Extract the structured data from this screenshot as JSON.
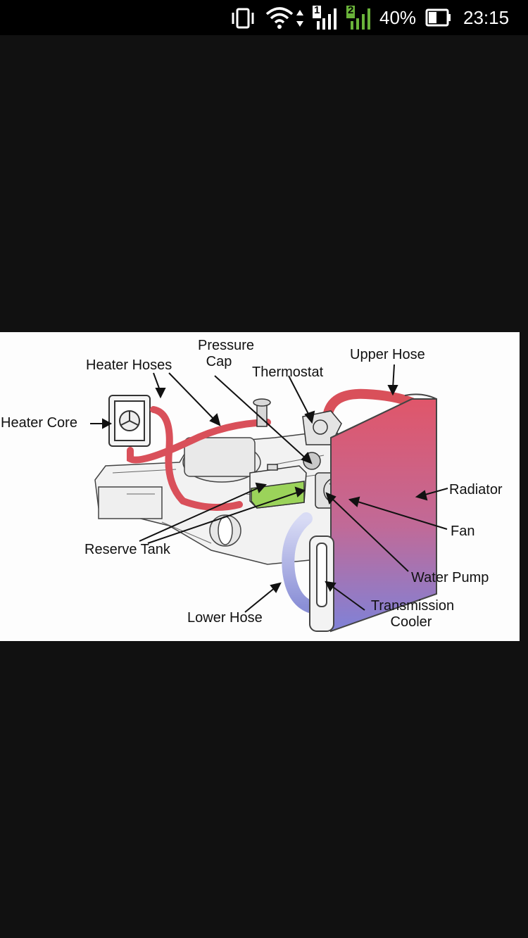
{
  "status_bar": {
    "battery_percent": "40%",
    "time": "23:15",
    "sim1_label": "1",
    "sim2_label": "2",
    "icons": [
      "vibrate-icon",
      "wifi-icon",
      "data-arrows-icon",
      "signal-sim1-icon",
      "signal-sim2-icon",
      "battery-icon"
    ],
    "sim2_color": "#6ab33a"
  },
  "diagram": {
    "labels": {
      "heater_hoses": "Heater Hoses",
      "pressure_cap_line1": "Pressure",
      "pressure_cap_line2": "Cap",
      "thermostat": "Thermostat",
      "upper_hose": "Upper Hose",
      "heater_core": "Heater Core",
      "radiator": "Radiator",
      "fan": "Fan",
      "reserve_tank": "Reserve Tank",
      "water_pump": "Water Pump",
      "transmission_cooler_line1": "Transmission",
      "transmission_cooler_line2": "Cooler",
      "lower_hose": "Lower Hose"
    },
    "colors": {
      "hot_hose": "#d9505a",
      "cold_hose": "#8a8fd6",
      "coolant": "#9bd35a",
      "radiator_top": "#e0566a",
      "radiator_bottom": "#7f82d8"
    }
  }
}
